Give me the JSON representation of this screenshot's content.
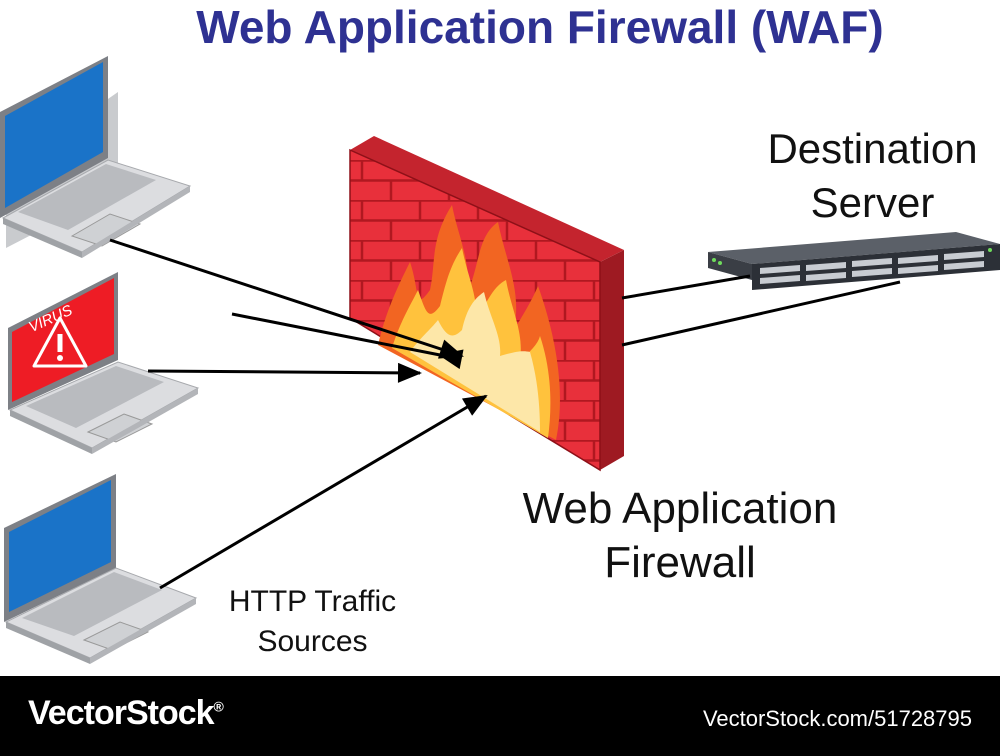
{
  "title": "Web Application Firewall (WAF)",
  "labels": {
    "destination": "Destination\nServer",
    "waf": "Web Application\nFirewall",
    "sources": "HTTP Traffic\nSources"
  },
  "screen_text": "VIRUS",
  "footer": {
    "brand": "VectorStock",
    "brand_mark": "®",
    "url": "VectorStock.com/51728795"
  },
  "colors": {
    "title": "#2e3192",
    "brick": "#e8303b",
    "screen_normal": "#1a73c8",
    "screen_virus": "#ee1c25",
    "footer_bg": "#000000"
  },
  "icons": [
    "laptop-icon",
    "virus-warning-icon",
    "brick-wall-icon",
    "fire-icon",
    "server-rack-icon"
  ]
}
